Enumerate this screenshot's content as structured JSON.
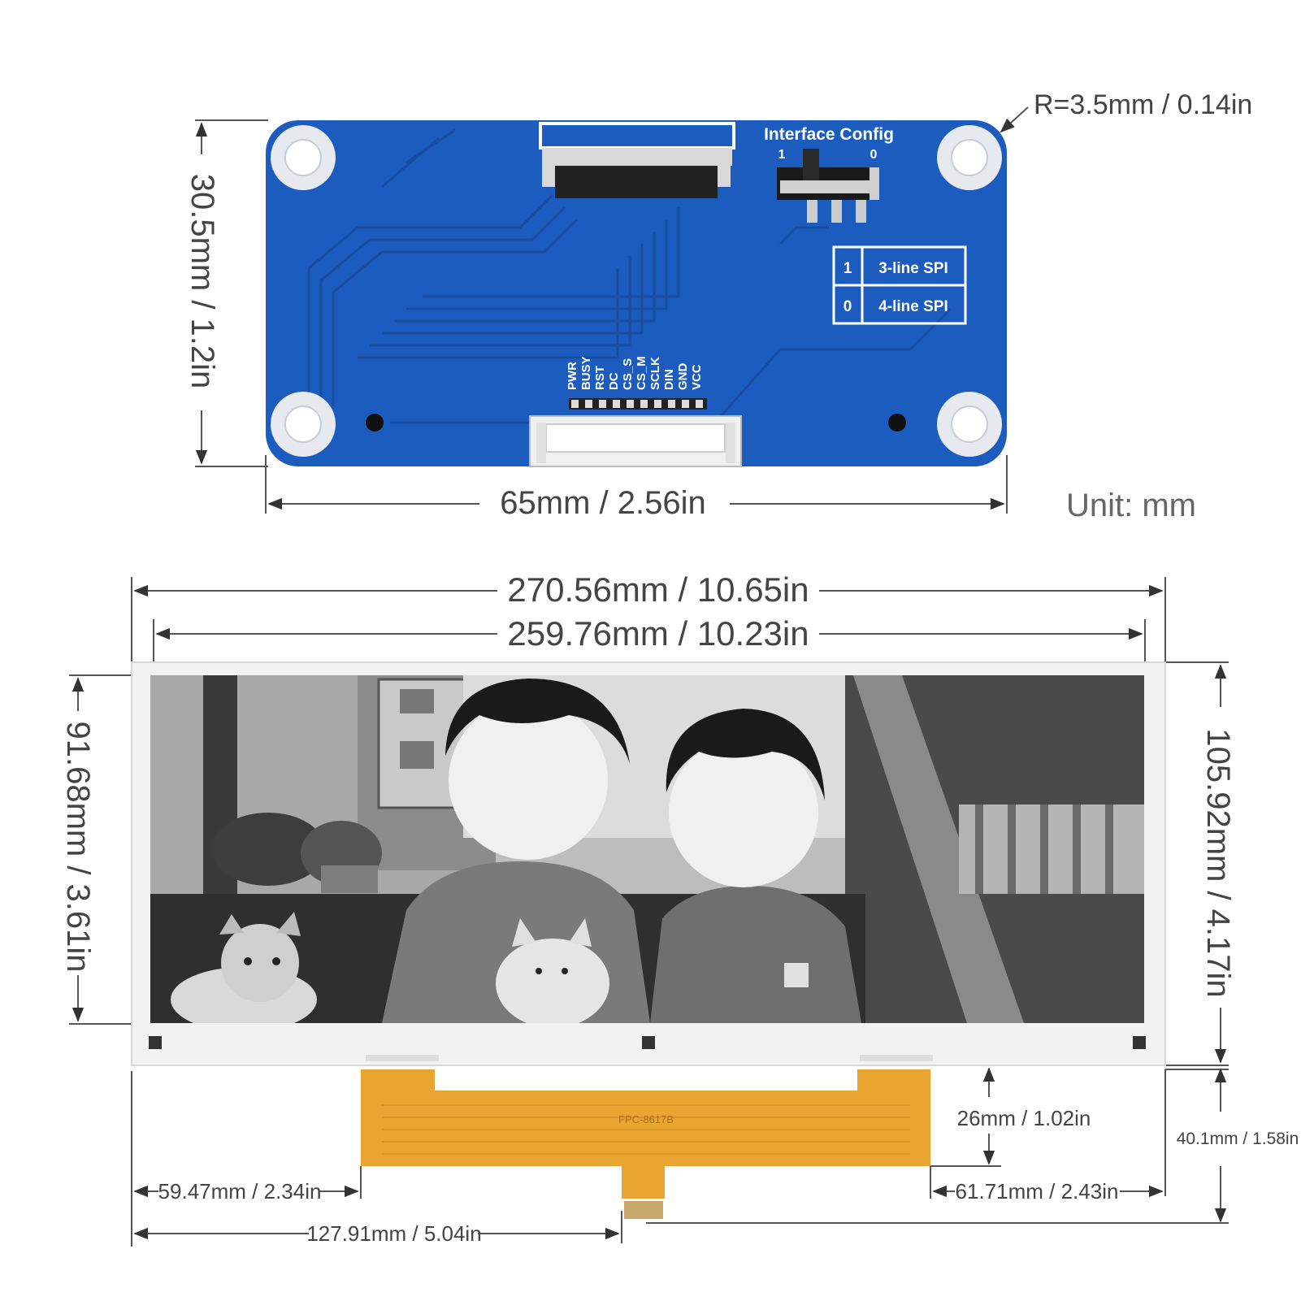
{
  "board": {
    "interface_config_label": "Interface Config",
    "switch_pos_1": "1",
    "switch_pos_0": "0",
    "spi_table": [
      {
        "value": "1",
        "mode": "3-line SPI"
      },
      {
        "value": "0",
        "mode": "4-line SPI"
      }
    ],
    "pins": [
      "PWR",
      "BUSY",
      "RST",
      "DC",
      "CS_S",
      "CS_M",
      "SCLK",
      "DIN",
      "GND",
      "VCC"
    ],
    "colors": {
      "pcb": "#1c5cbf",
      "pad": "#e6e9ee",
      "silk": "#ffffff",
      "connector": "#eeeeee"
    }
  },
  "board_dims": {
    "corner_radius": "R=3.5mm / 0.14in",
    "height": "30.5mm / 1.2in",
    "width": "65mm / 2.56in",
    "unit": "Unit: mm"
  },
  "display_dims": {
    "outline_width": "270.56mm / 10.65in",
    "active_width": "259.76mm / 10.23in",
    "active_height": "91.68mm / 3.61in",
    "outline_height": "105.92mm / 4.17in",
    "fpc_length": "26mm / 1.02in",
    "total_height_with_fpc": "40.1mm / 1.58in",
    "fpc_left_offset": "59.47mm / 2.34in",
    "fpc_right_offset": "61.71mm / 2.43in",
    "fpc_tail_offset": "127.91mm / 5.04in"
  },
  "display": {
    "fpc_label": "FPC-8617B",
    "colors": {
      "panel": "#f2f2f2",
      "fpc": "#e8a532",
      "tail": "#d9913a"
    }
  }
}
